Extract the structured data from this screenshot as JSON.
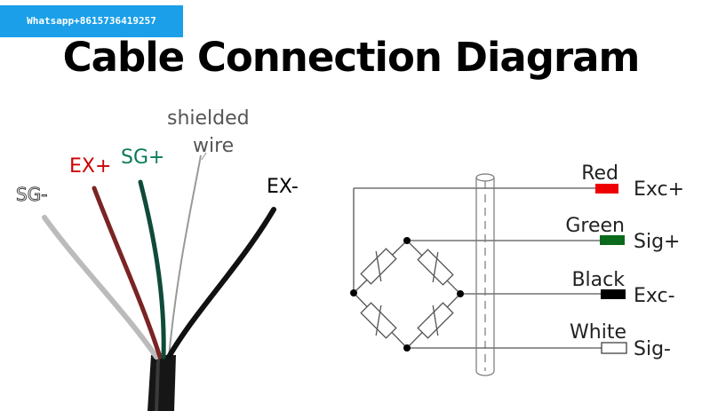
{
  "header": {
    "contact": "Whatsapp+8615736419257",
    "title": "Cable Connection Diagram"
  },
  "cable": {
    "labels": {
      "sg_minus": "SG-",
      "ex_plus": "EX+",
      "sg_plus": "SG+",
      "shielded_line1": "shielded",
      "shielded_line2": "wire",
      "ex_minus": "EX-"
    }
  },
  "colors": {
    "red_wire": "#7a2424",
    "green_wire": "#0f4a3a",
    "gray_wire": "#bbbbbb",
    "shield_wire": "#999999",
    "black_wire": "#111111",
    "ex_plus_label": "#cc0000",
    "sg_plus_label": "#0b7a5a",
    "red_block": "#ee0000",
    "green_block": "#0b6a1c",
    "black_block": "#000000",
    "white_block": "#ffffff",
    "badge_bg": "#1a9fe8"
  },
  "wiring": {
    "wires": [
      {
        "color": "Red",
        "signal": "Exc+"
      },
      {
        "color": "Green",
        "signal": "Sig+"
      },
      {
        "color": "Black",
        "signal": "Exc-"
      },
      {
        "color": "White",
        "signal": "Sig-"
      }
    ]
  }
}
